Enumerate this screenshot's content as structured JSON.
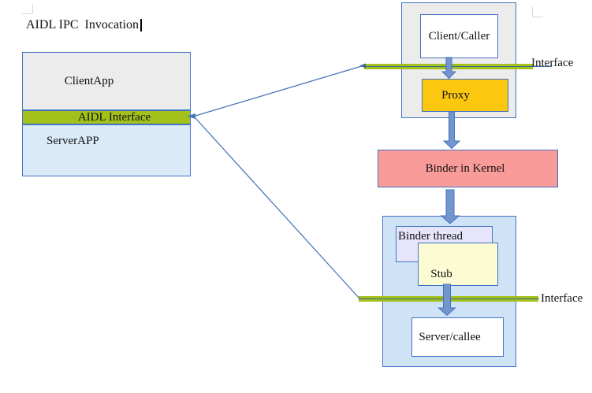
{
  "page": {
    "title_text": "AIDL IPC  Invocation"
  },
  "diagram": {
    "left_stack": {
      "client_app": "ClientApp",
      "aidl_interface": "AIDL Interface",
      "server_app": "ServerAPP"
    },
    "top_group": {
      "client_caller": "Client/Caller",
      "proxy": "Proxy",
      "interface_label": "Interface"
    },
    "kernel": {
      "binder_in_kernel": "Binder in Kernel"
    },
    "bottom_group": {
      "binder_thread": "Binder thread",
      "stub": "Stub",
      "interface_label": "Interface",
      "server_callee": "Server/callee"
    }
  },
  "icons": {
    "margin_corner": "page-text-boundary-corner",
    "text_cursor": "text-insertion-caret"
  },
  "colors": {
    "green": "#A3C11A",
    "gray-fill": "#ECECEC",
    "srv-blue": "#DAEAF8",
    "container-blue": "#CEE3F5",
    "yellow": "#FBC70F",
    "pink": "#F99B99",
    "lavender": "#E6E5FB",
    "pale-yellow": "#FCFCD4",
    "border-blue": "#4472C4",
    "line-blue": "#4877B8",
    "center-line": "#3D6899",
    "arrow-fill": "#7296CB"
  }
}
